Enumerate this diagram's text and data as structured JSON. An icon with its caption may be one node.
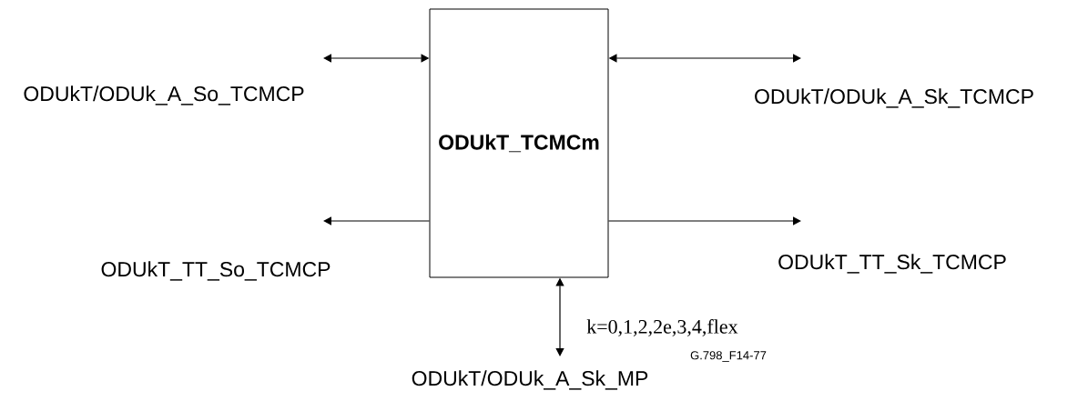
{
  "diagram": {
    "nodes": [
      {
        "text": [
          "ODUkT_TCMCm"
        ]
      },
      {
        "text": [
          "ODUkT/ODUk_A_So_TCMCP"
        ]
      },
      {
        "text": [
          "ODUkT/ODUk_A_Sk_TCMCP"
        ]
      },
      {
        "text": [
          "ODUkT_TT_So_TCMCP"
        ]
      },
      {
        "text": [
          "ODUkT_TT_Sk_TCMCP"
        ]
      },
      {
        "text": [
          "ODUkT/ODUk_A_Sk_MP"
        ]
      }
    ],
    "edges": [
      {
        "from": 0,
        "to": 1,
        "arrow": "both"
      },
      {
        "from": 0,
        "to": 2,
        "arrow": "both"
      },
      {
        "from": 0,
        "to": 3,
        "arrow": "to"
      },
      {
        "from": 0,
        "to": 4,
        "arrow": "to"
      },
      {
        "from": 0,
        "to": 5,
        "arrow": "both",
        "label": "k=0,1,2,2e,3,4,flex"
      }
    ],
    "labels": [
      "G.798_F14-77"
    ]
  }
}
